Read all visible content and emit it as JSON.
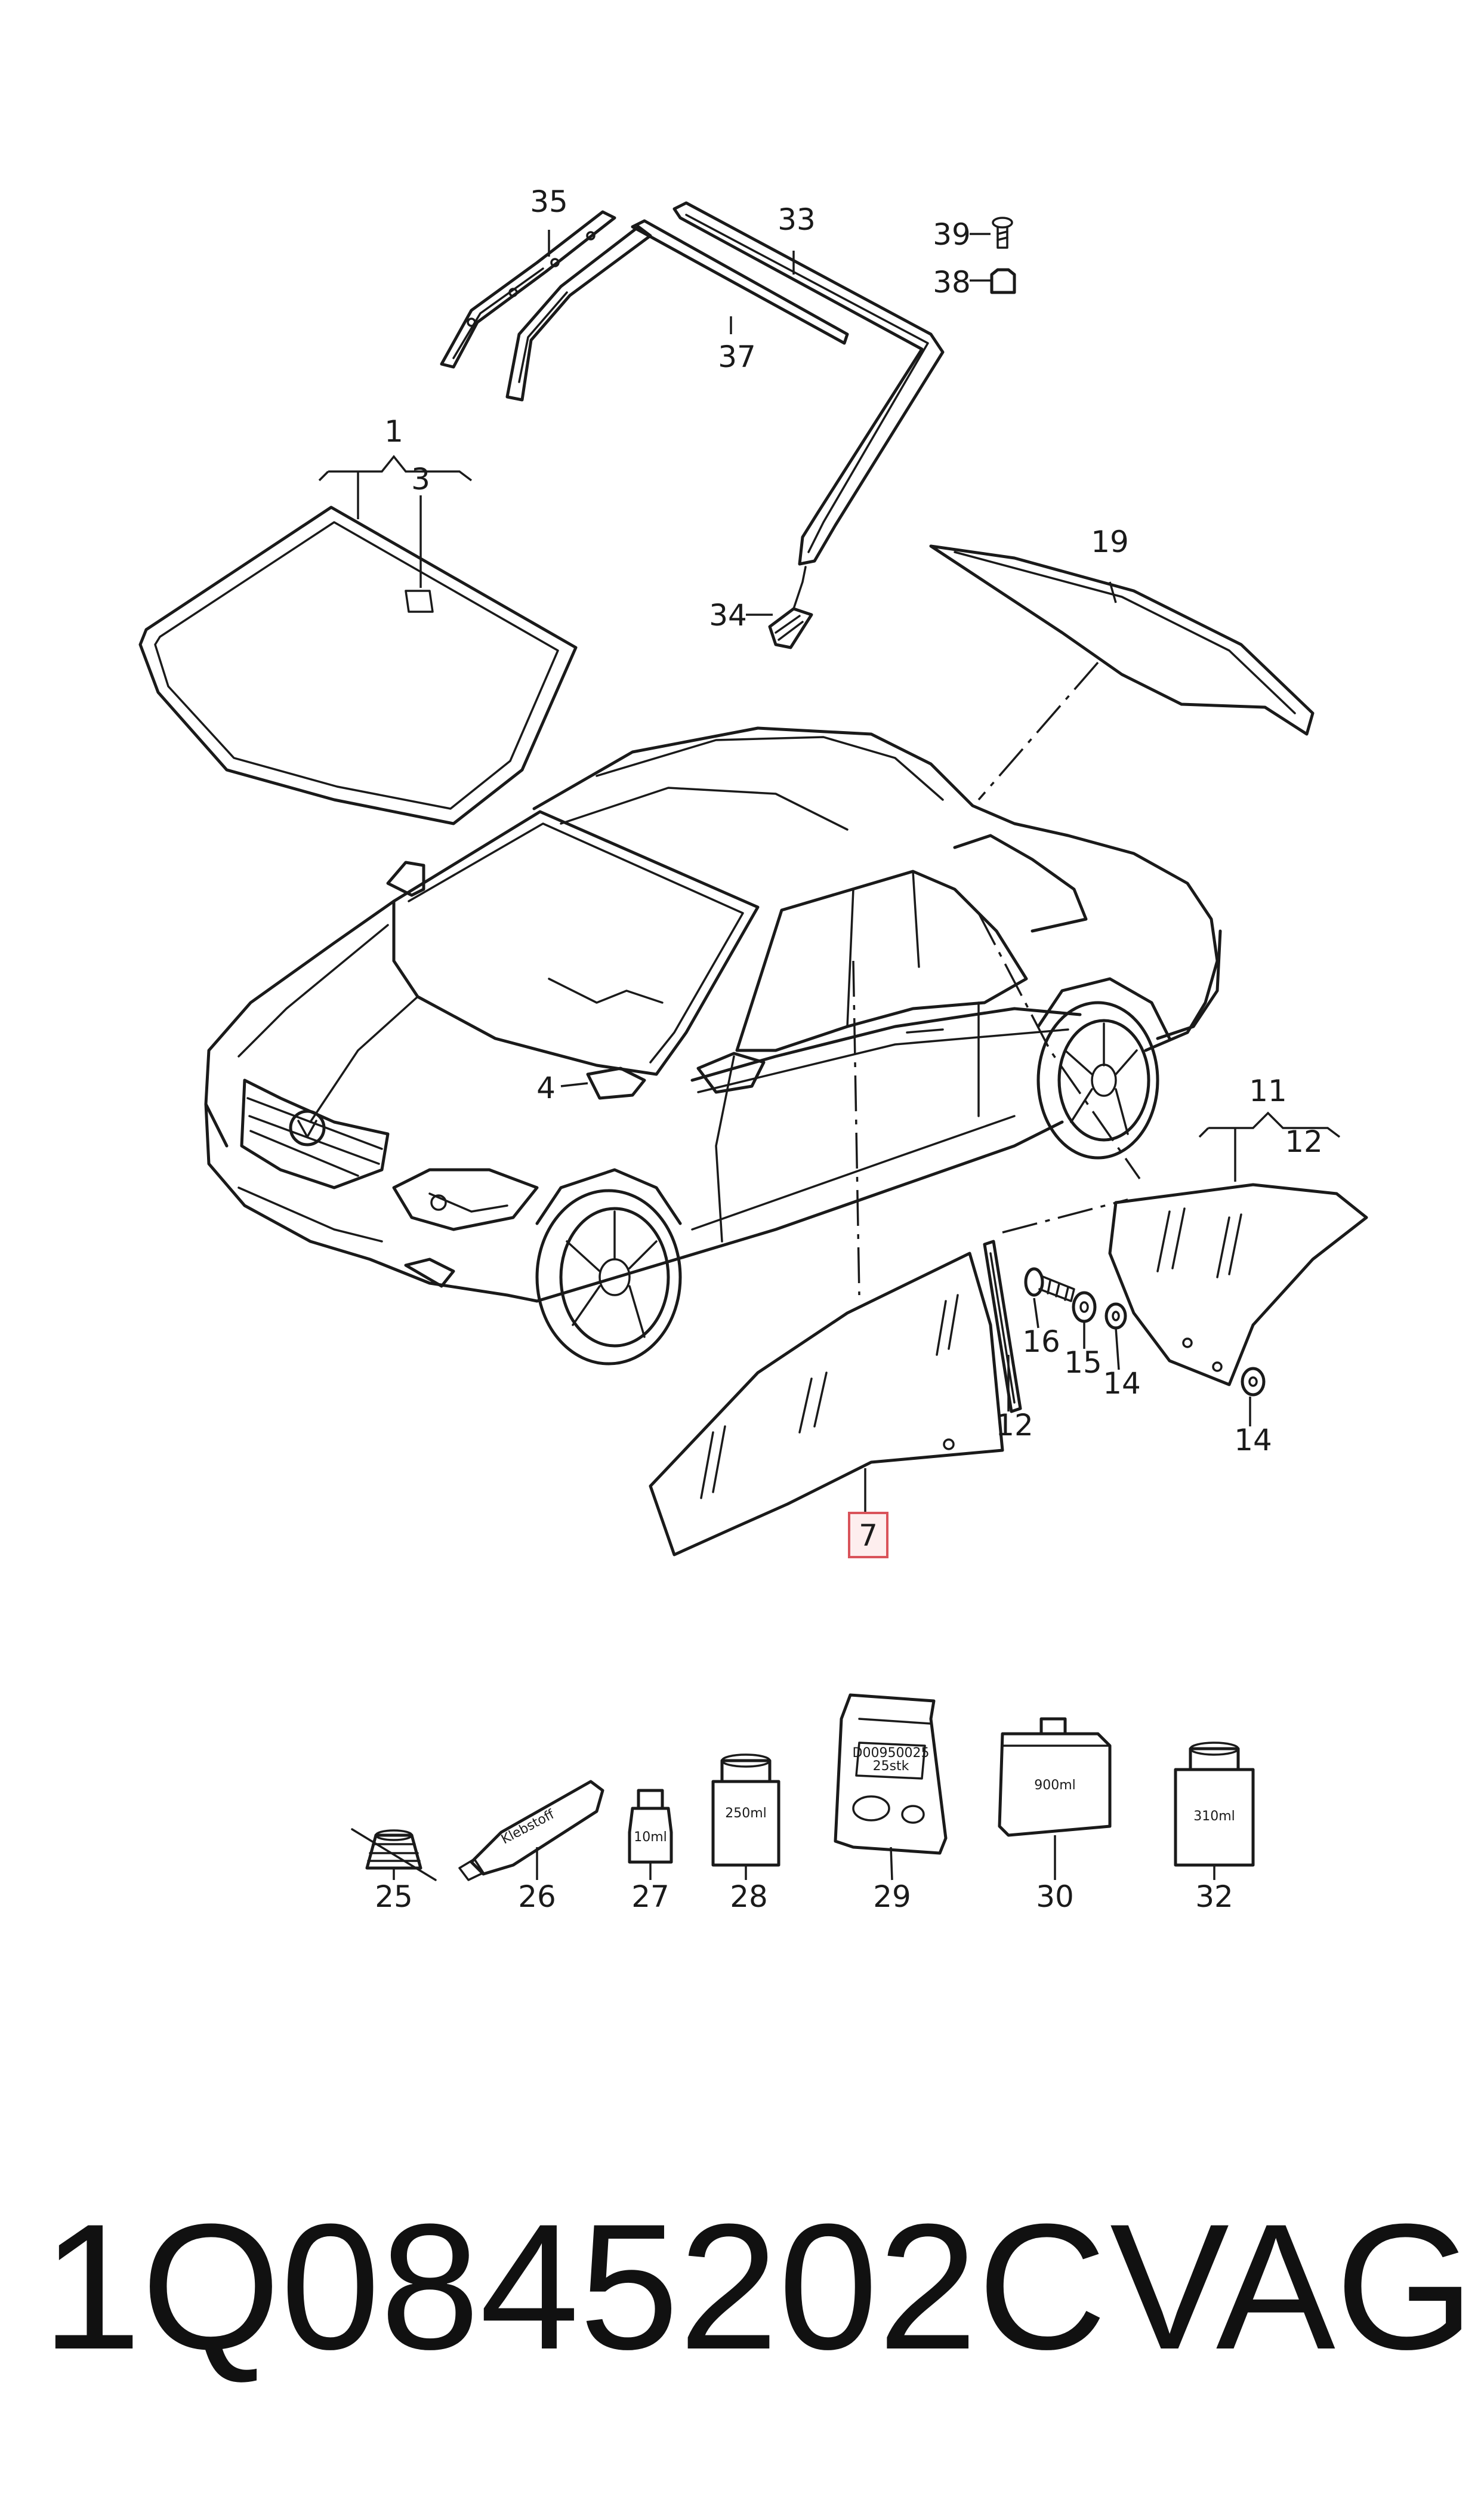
{
  "diagram": {
    "callouts": [
      {
        "id": "c1",
        "label": "1"
      },
      {
        "id": "c3",
        "label": "3"
      },
      {
        "id": "c4",
        "label": "4"
      },
      {
        "id": "c7",
        "label": "7",
        "highlighted": true
      },
      {
        "id": "c11",
        "label": "11"
      },
      {
        "id": "c12a",
        "label": "12"
      },
      {
        "id": "c12b",
        "label": "12"
      },
      {
        "id": "c14a",
        "label": "14"
      },
      {
        "id": "c14b",
        "label": "14"
      },
      {
        "id": "c15",
        "label": "15"
      },
      {
        "id": "c16",
        "label": "16"
      },
      {
        "id": "c19",
        "label": "19"
      },
      {
        "id": "c25",
        "label": "25"
      },
      {
        "id": "c26",
        "label": "26"
      },
      {
        "id": "c27",
        "label": "27"
      },
      {
        "id": "c28",
        "label": "28"
      },
      {
        "id": "c29",
        "label": "29"
      },
      {
        "id": "c30",
        "label": "30"
      },
      {
        "id": "c32",
        "label": "32"
      },
      {
        "id": "c33",
        "label": "33"
      },
      {
        "id": "c34",
        "label": "34"
      },
      {
        "id": "c35",
        "label": "35"
      },
      {
        "id": "c37",
        "label": "37"
      },
      {
        "id": "c38",
        "label": "38"
      },
      {
        "id": "c39",
        "label": "39"
      }
    ],
    "product_labels": {
      "tube": "Klebstoff",
      "bottle_27": "10ml",
      "can_28": "250ml",
      "bag_code": "D00950025",
      "bag_qty": "25stk",
      "box_30": "900ml",
      "can_32": "310ml"
    },
    "highlight_color": "#d9535a"
  },
  "footer": {
    "part_number": "1Q0845202C",
    "brand": "VAG"
  }
}
